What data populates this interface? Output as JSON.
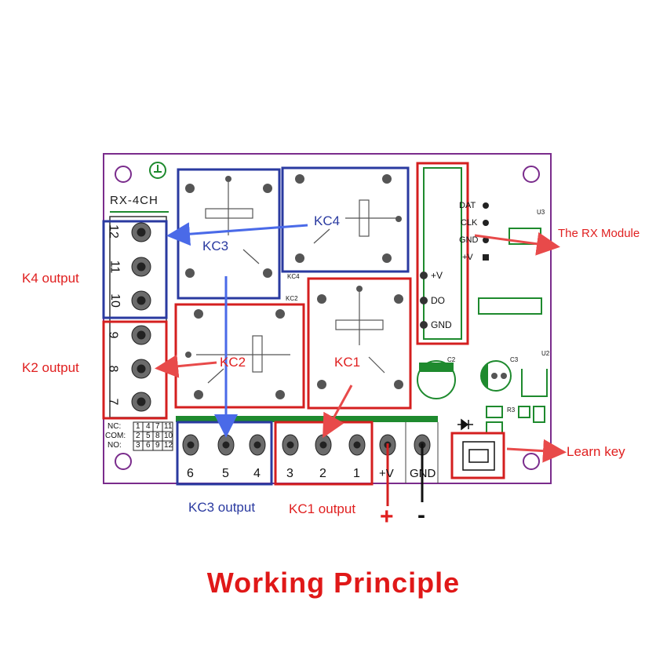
{
  "title": "Working Principle",
  "board": {
    "name": "RX-4CH",
    "relays": [
      "KC1",
      "KC2",
      "KC3",
      "KC4"
    ],
    "silkscreen": {
      "kc4": "KC4",
      "kc2": "KC2",
      "kc1": "KC1",
      "kc3": "KC3",
      "c2": "C2",
      "c3": "C3",
      "u2": "U2",
      "r3": "R3",
      "u3": "U3"
    },
    "rx_pins": [
      "DAT",
      "CLK",
      "GND",
      "+V"
    ],
    "module_pins": [
      "+V",
      "DO",
      "GND"
    ],
    "left_terminals": [
      "12",
      "11",
      "10",
      "9",
      "8",
      "7"
    ],
    "bottom_terminals": [
      "6",
      "5",
      "4",
      "3",
      "2",
      "1",
      "+V",
      "GND"
    ],
    "legend_rows": [
      {
        "label": "NC:",
        "cells": [
          "1",
          "4",
          "7",
          "11"
        ]
      },
      {
        "label": "COM:",
        "cells": [
          "2",
          "5",
          "8",
          "10"
        ]
      },
      {
        "label": "NO:",
        "cells": [
          "3",
          "6",
          "9",
          "12"
        ]
      }
    ]
  },
  "annotations": {
    "k4_output": "K4 output",
    "k2_output": "K2 output",
    "kc3_output": "KC3 output",
    "kc1_output": "KC1 output",
    "rx_module": "The RX Module",
    "learn_key": "Learn key",
    "plus": "+",
    "minus": "-"
  },
  "colors": {
    "red": "#e02020",
    "blue": "#2a3aa0",
    "board_outline": "#7a2c8c",
    "green": "#1e8a2e"
  }
}
